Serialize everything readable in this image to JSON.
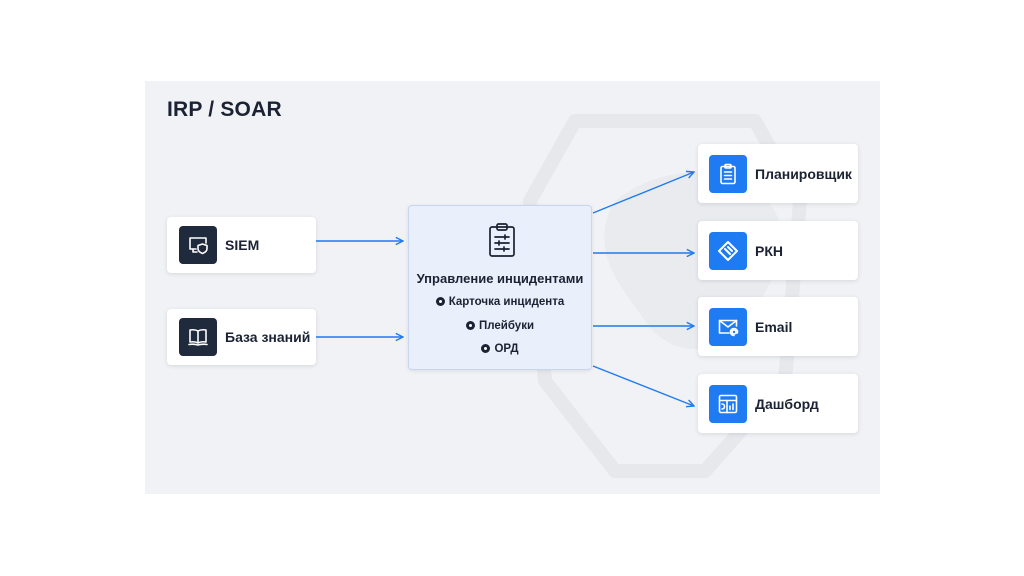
{
  "title": "IRP / SOAR",
  "sources": [
    {
      "label": "SIEM",
      "icon": "monitor-shield-icon"
    },
    {
      "label": "База знаний",
      "icon": "open-book-icon"
    }
  ],
  "center": {
    "title": "Управление инцидентами",
    "icon": "clipboard-sliders-icon",
    "items": [
      "Карточка инцидента",
      "Плейбуки",
      "ОРД"
    ]
  },
  "targets": [
    {
      "label": "Планировщик",
      "icon": "clipboard-list-icon"
    },
    {
      "label": "РКН",
      "icon": "diamond-flag-icon"
    },
    {
      "label": "Email",
      "icon": "envelope-at-icon"
    },
    {
      "label": "Дашборд",
      "icon": "dashboard-chart-icon"
    }
  ],
  "colors": {
    "accent": "#1e7bf2",
    "dark_icon": "#1f2a3d",
    "text": "#1b2233",
    "background": "#f1f2f5",
    "center_fill": "#eaf0fb"
  }
}
